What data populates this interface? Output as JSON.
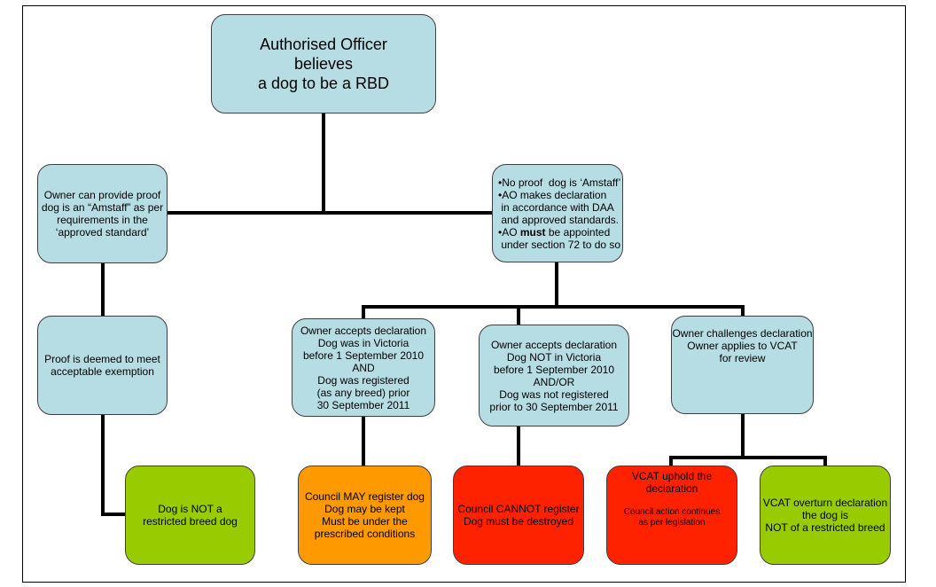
{
  "root": {
    "lines": [
      "Authorised Officer",
      "believes",
      "a dog to be a RBD"
    ]
  },
  "proof": {
    "lines": [
      "Owner can provide proof",
      "dog is an “Amstaff” as per",
      "requirements in the",
      "‘approved standard’"
    ]
  },
  "no_proof": {
    "lines": [
      "•No proof  dog is ‘Amstaff’",
      "•AO makes declaration",
      " in accordance with DAA",
      " and approved standards.",
      "•AO must be appointed",
      " under section 72 to do so"
    ]
  },
  "exemption": {
    "lines": [
      "Proof is deemed to meet",
      "acceptable exemption"
    ]
  },
  "not_rbd": {
    "lines": [
      "Dog is NOT a",
      "restricted breed dog"
    ]
  },
  "accept_vic": {
    "lines": [
      "Owner accepts declaration",
      "Dog was in Victoria",
      "before 1 September 2010",
      "AND",
      "Dog was registered",
      "(as any breed) prior",
      "30 September 2011"
    ]
  },
  "accept_not_vic": {
    "lines": [
      "Owner accepts declaration",
      "Dog NOT in Victoria",
      "before 1 September 2010",
      "AND/OR",
      "Dog was not registered",
      "prior to 30 September 2011"
    ]
  },
  "challenge": {
    "lines": [
      "Owner challenges declaration",
      "",
      "Owner applies to VCAT",
      "for review"
    ]
  },
  "may_register": {
    "lines": [
      "Council MAY register dog",
      "Dog may be kept",
      "Must be under the",
      "prescribed conditions"
    ]
  },
  "cannot_register": {
    "lines": [
      "Council CANNOT register",
      "",
      "Dog must be destroyed"
    ]
  },
  "uphold": {
    "lines": [
      "VCAT uphold the",
      "declaration"
    ],
    "sub_lines": [
      "Council action continues",
      "as per legislation"
    ]
  },
  "overturn": {
    "lines": [
      "VCAT overturn declaration",
      "the dog is",
      "NOT of a restricted breed"
    ]
  }
}
